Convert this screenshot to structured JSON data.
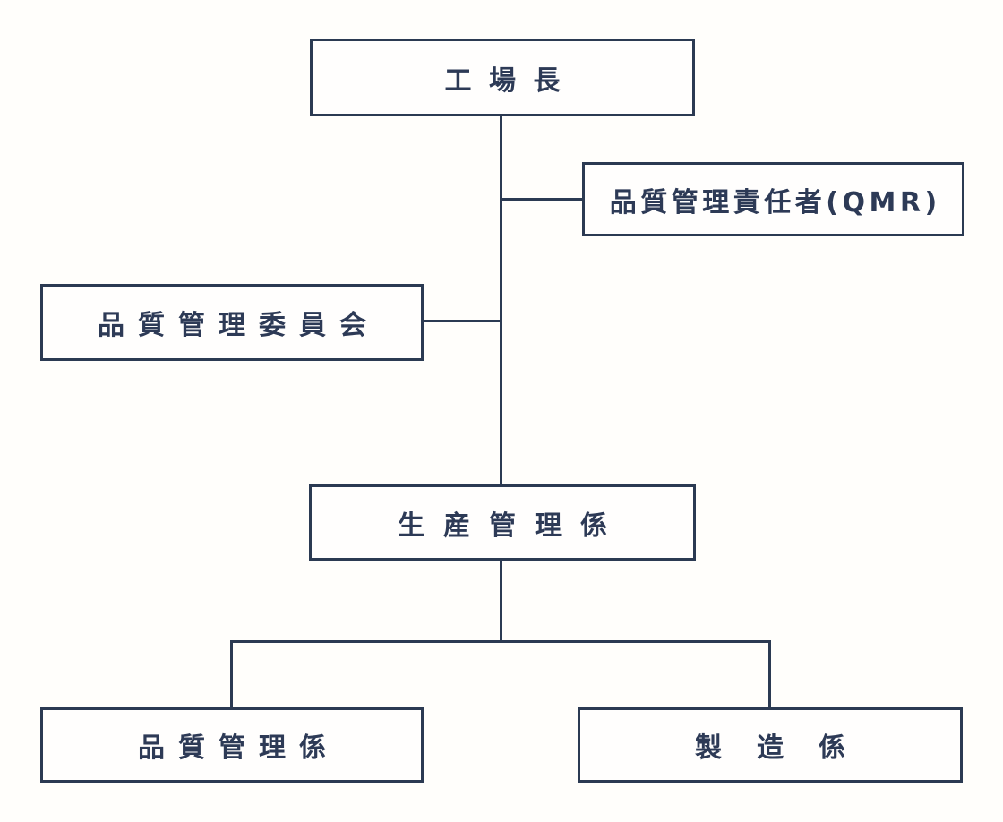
{
  "diagram": {
    "type": "organization-chart",
    "colors": {
      "line": "#2b3a52",
      "border": "#2b3a52",
      "text": "#2d3a56",
      "background": "#fffefb"
    },
    "nodes": [
      {
        "id": "factory-manager",
        "label": "工場長"
      },
      {
        "id": "qmr",
        "label": "品質管理責任者(QMR)"
      },
      {
        "id": "quality-committee",
        "label": "品質管理委員会"
      },
      {
        "id": "production-control",
        "label": "生産管理係"
      },
      {
        "id": "quality-control",
        "label": "品質管理係"
      },
      {
        "id": "manufacturing",
        "label": "製造係"
      }
    ],
    "edges": [
      {
        "from": "factory-manager",
        "to": "production-control"
      },
      {
        "from": "factory-manager",
        "to": "qmr"
      },
      {
        "from": "factory-manager",
        "to": "quality-committee"
      },
      {
        "from": "production-control",
        "to": "quality-control"
      },
      {
        "from": "production-control",
        "to": "manufacturing"
      }
    ]
  }
}
